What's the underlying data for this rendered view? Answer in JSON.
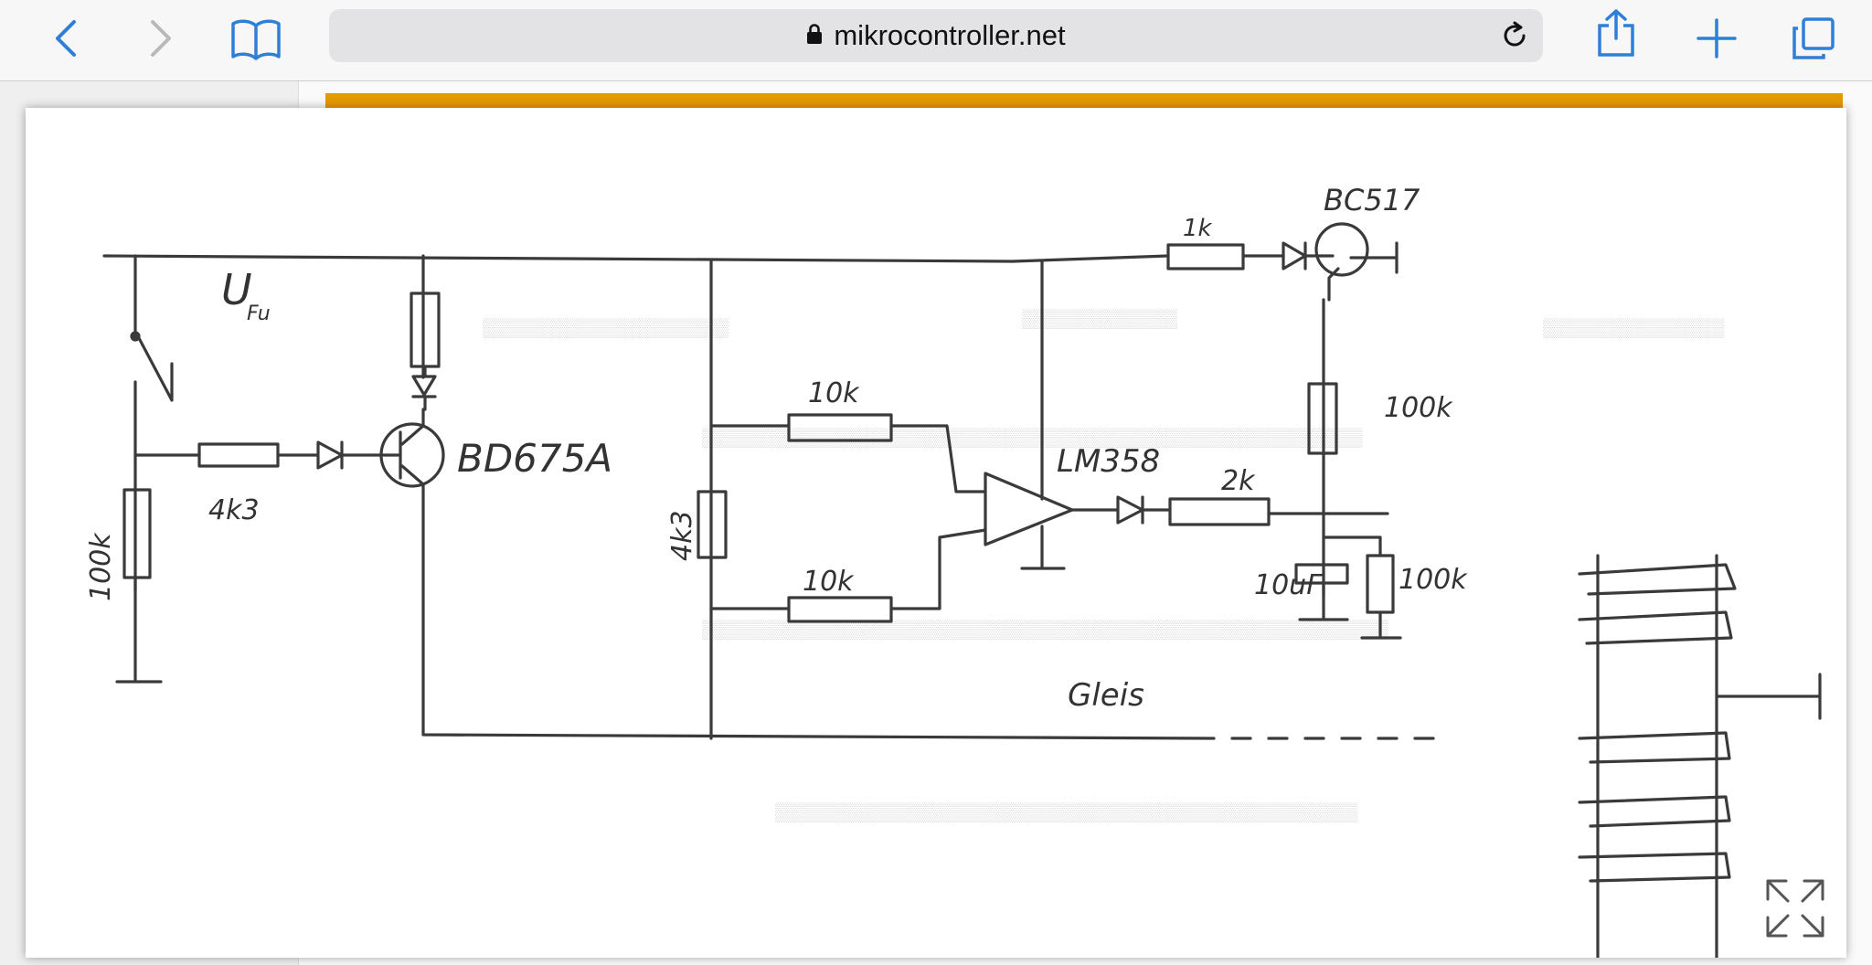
{
  "browser": {
    "url": "mikrocontroller.net",
    "icons": {
      "back": "chevron-left-icon",
      "forward": "chevron-right-icon",
      "bookmarks": "book-icon",
      "lock": "lock-icon",
      "reload": "reload-icon",
      "share": "share-icon",
      "new_tab": "plus-icon",
      "tabs": "tabs-icon"
    },
    "accent": "#2f7fd6"
  },
  "schematic": {
    "labels": {
      "vfu": "U",
      "vfu_sub": "Fu",
      "r_4k3_left": "4k3",
      "r_100k_left": "100k",
      "transistor_bd": "BD675A",
      "r_4k3_mid": "4k3",
      "r_10k_top": "10k",
      "r_10k_bottom": "10k",
      "opamp": "LM358",
      "r_2k": "2k",
      "r_1k": "1k",
      "transistor_bc": "BC517",
      "r_100k_top": "100k",
      "c_10uf": "10uF",
      "r_100k_right": "100k",
      "gleis": "Gleis"
    }
  },
  "viewer": {
    "icons": {
      "expand": "expand-icon"
    }
  }
}
